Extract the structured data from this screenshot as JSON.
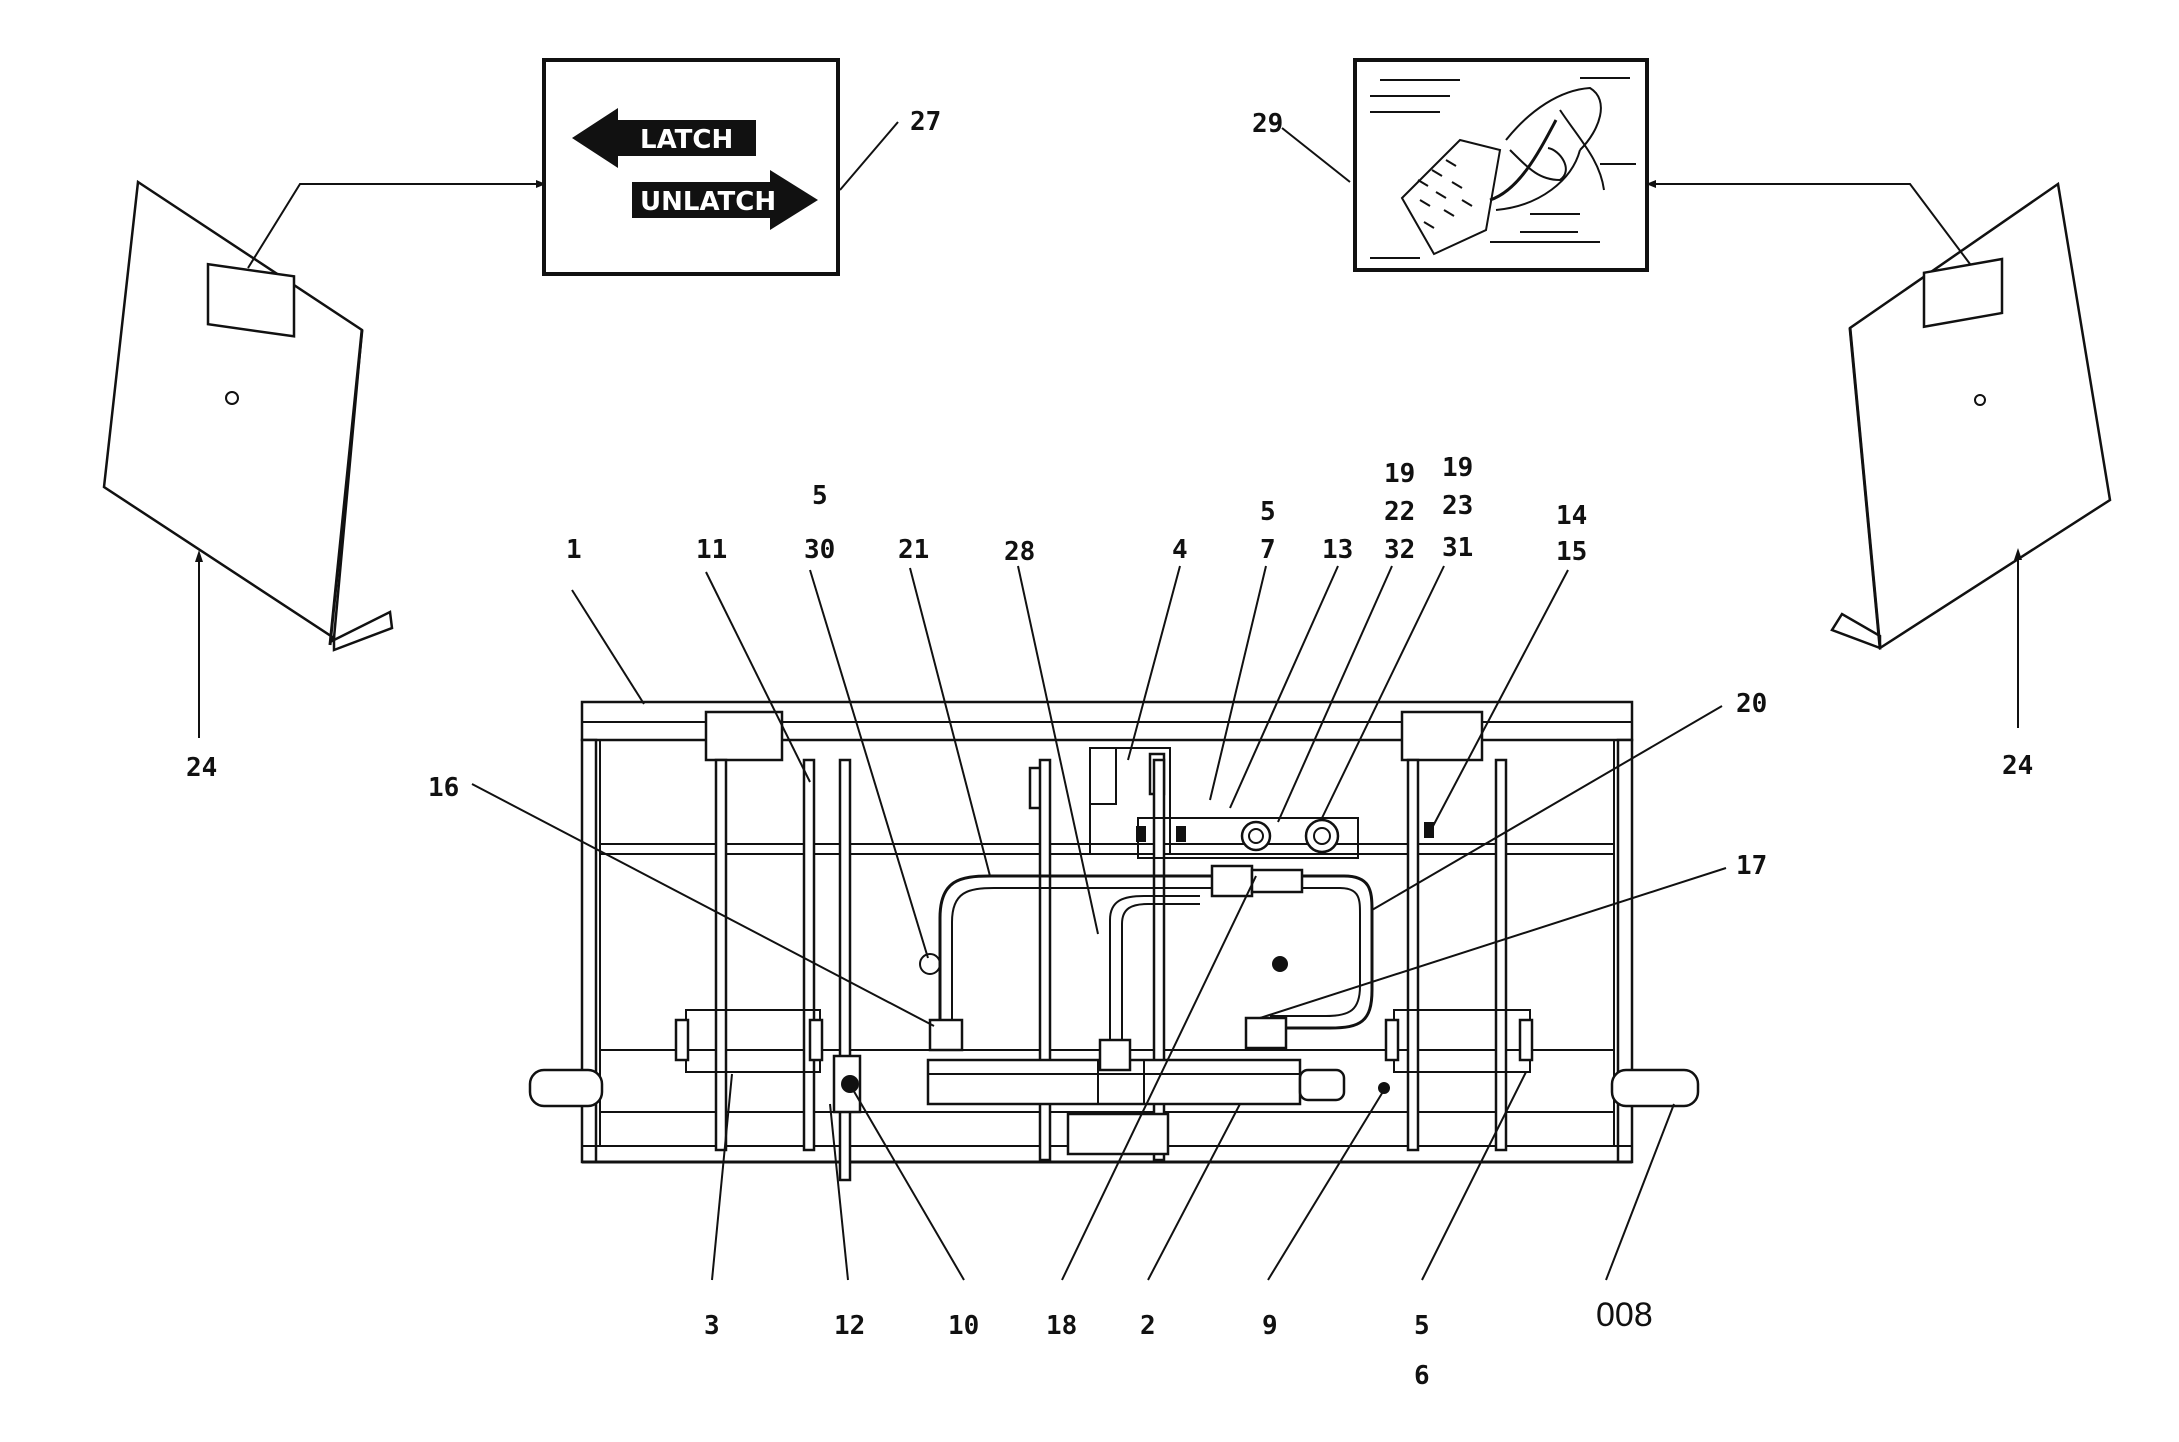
{
  "decals": {
    "latch_label": "LATCH",
    "unlatch_label": "UNLATCH"
  },
  "figure_number": "008",
  "callouts": [
    {
      "id": "c1",
      "text": "1"
    },
    {
      "id": "c2",
      "text": "2"
    },
    {
      "id": "c3",
      "text": "3"
    },
    {
      "id": "c4",
      "text": "4"
    },
    {
      "id": "c5a",
      "text": "5"
    },
    {
      "id": "c5b",
      "text": "5"
    },
    {
      "id": "c5c",
      "text": "5"
    },
    {
      "id": "c6",
      "text": "6"
    },
    {
      "id": "c7",
      "text": "7"
    },
    {
      "id": "c9",
      "text": "9"
    },
    {
      "id": "c10",
      "text": "10"
    },
    {
      "id": "c11",
      "text": "11"
    },
    {
      "id": "c12",
      "text": "12"
    },
    {
      "id": "c13",
      "text": "13"
    },
    {
      "id": "c14",
      "text": "14"
    },
    {
      "id": "c15",
      "text": "15"
    },
    {
      "id": "c16",
      "text": "16"
    },
    {
      "id": "c17",
      "text": "17"
    },
    {
      "id": "c18",
      "text": "18"
    },
    {
      "id": "c19a",
      "text": "19"
    },
    {
      "id": "c19b",
      "text": "19"
    },
    {
      "id": "c20",
      "text": "20"
    },
    {
      "id": "c21",
      "text": "21"
    },
    {
      "id": "c22",
      "text": "22"
    },
    {
      "id": "c23",
      "text": "23"
    },
    {
      "id": "c24a",
      "text": "24"
    },
    {
      "id": "c24b",
      "text": "24"
    },
    {
      "id": "c27",
      "text": "27"
    },
    {
      "id": "c28",
      "text": "28"
    },
    {
      "id": "c29",
      "text": "29"
    },
    {
      "id": "c30",
      "text": "30"
    },
    {
      "id": "c31",
      "text": "31"
    },
    {
      "id": "c32",
      "text": "32"
    }
  ]
}
